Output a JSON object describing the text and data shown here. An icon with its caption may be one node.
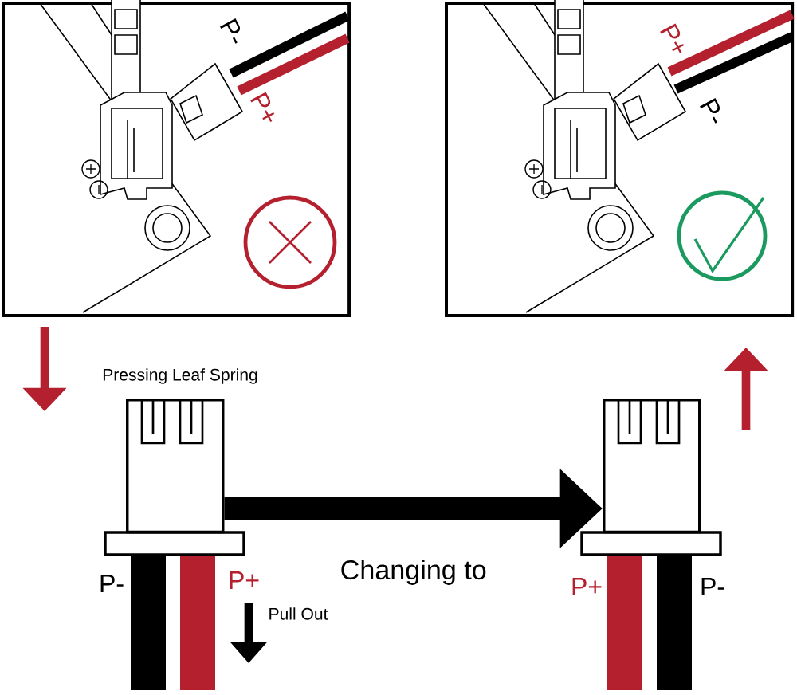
{
  "diagram": {
    "nodes": [
      {
        "text": [
          "P-",
          "P+"
        ]
      },
      {
        "text": [
          "P+",
          "P-"
        ]
      },
      {
        "text": [],
        "shape": "connector",
        "beside": [
          "Pressing Leaf Spring"
        ]
      },
      {
        "text": [],
        "shape": "connector"
      }
    ],
    "edges": [
      {
        "from": 2,
        "to": 3,
        "arrow": "to",
        "label": "Changing to"
      }
    ],
    "labels": [
      "P-",
      "P+",
      "Pull Out",
      "P+",
      "P-"
    ]
  }
}
